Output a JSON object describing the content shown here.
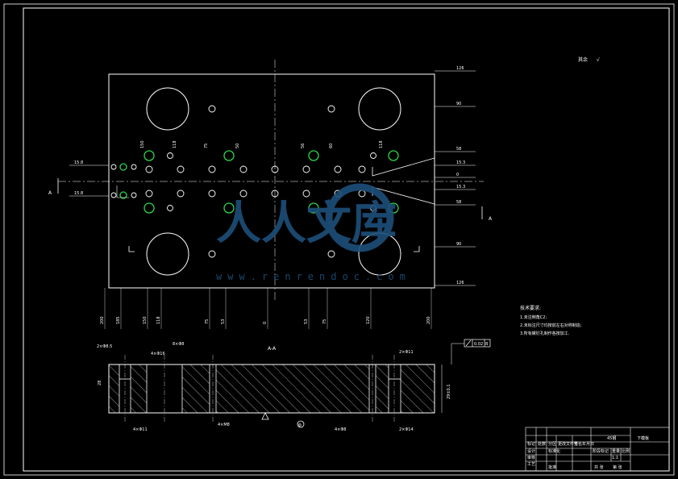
{
  "drawing": {
    "corner_label": "其余",
    "roughness_mark": "√",
    "section_title": "A-A",
    "section_marker": "A",
    "center_mark": "Φ",
    "notes": {
      "heading": "技术要求:",
      "items": [
        "1.未注倒角C2;",
        "2.未标注尺寸均按前左右对称制造;",
        "3.所有螺钉孔制作各按加工."
      ]
    },
    "right_dims": [
      "126",
      "90",
      "58",
      "15.3",
      "0",
      "15.3",
      "58",
      "90",
      "126"
    ],
    "left_dims": [
      "15.8",
      "15.8"
    ],
    "bottom_dims": [
      "200",
      "185",
      "150",
      "118",
      "75",
      "53",
      "0",
      "53",
      "75",
      "120",
      "200"
    ],
    "vertical_dims": [
      "150",
      "118",
      "75",
      "50",
      "56",
      "60",
      "118"
    ],
    "section_callouts": [
      "2×Φ8.5",
      "4×Φ16",
      "4×M8",
      "4×Φ11",
      "2×Φ11",
      "4×Φ8",
      "2×Φ14",
      "8×Φ8"
    ],
    "section_height": "28",
    "section_height_right": "29±0.1",
    "tolerance_value": "0.02",
    "tolerance_datum": "B",
    "title_block": {
      "part_name": "下模板",
      "material": "45钢",
      "rows": [
        "标记",
        "处数",
        "分区",
        "更改文件号",
        "签名",
        "年月日"
      ],
      "labels": [
        "设计",
        "标准化",
        "阶段标记",
        "重量",
        "比例",
        "审核",
        "工艺",
        "批准",
        "共 张",
        "第 张"
      ],
      "scale": "1:1"
    },
    "watermark": {
      "text": "人人文库",
      "url": "www.renrendoc.com"
    }
  },
  "colors": {
    "background": "#000000",
    "line": "#ffffff",
    "hole_highlight": "#2bd64a",
    "watermark": "#1d4f7a"
  }
}
